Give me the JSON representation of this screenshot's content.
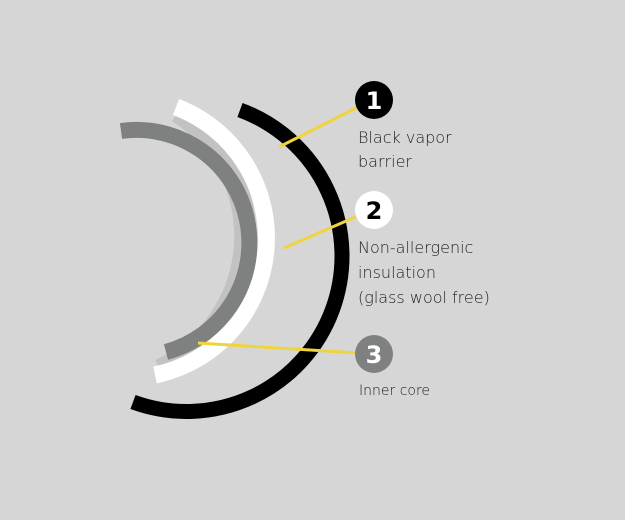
{
  "colors": {
    "background": "#d6d6d6",
    "outer_layer": "#000000",
    "insulation_layer": "#ffffff",
    "inner_core": "#7f8080",
    "leader_line": "#f0d43c",
    "badge_1": "#000000",
    "badge_2": "#ffffff",
    "badge_3": "#7f8080"
  },
  "callouts": [
    {
      "number": "1",
      "lines": [
        "Black vapor",
        "barrier"
      ]
    },
    {
      "number": "2",
      "lines": [
        "Non-allergenic",
        "insulation",
        "(glass wool free)"
      ]
    },
    {
      "number": "3",
      "lines": [
        "Inner core"
      ]
    }
  ]
}
